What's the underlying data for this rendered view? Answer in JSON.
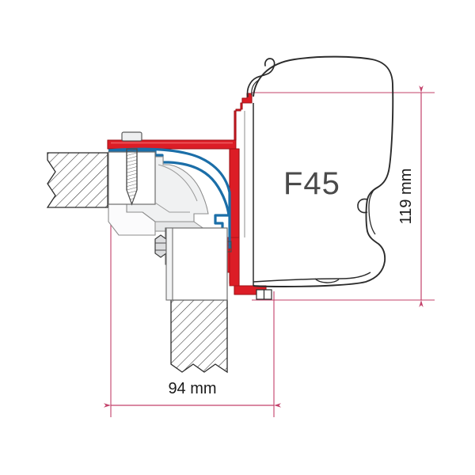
{
  "drawing": {
    "title": "Fiamma F45 Awning Roof Adapter Cross-Section",
    "background_color": "#ffffff",
    "product_label": "F45",
    "product_label_color": "#4a4a4a"
  },
  "dimensions": {
    "width": {
      "value": "94 mm",
      "orientation": "horizontal",
      "position": "bottom",
      "color": "#c3416a"
    },
    "height": {
      "value": "119 mm",
      "orientation": "vertical",
      "position": "right",
      "color": "#c3416a"
    }
  },
  "colors": {
    "adapter_red": "#dc1d26",
    "adapter_red_dark": "#b5151c",
    "bracket_blue": "#1b6ea8",
    "dimension_line": "#c3416a",
    "outline_dark": "#2b2b2b",
    "outline_gray": "#6e6e6e",
    "hatch_line": "#333333",
    "metal_fill": "#f0f1f2",
    "background": "#ffffff"
  },
  "components": [
    {
      "name": "roof-panel-section",
      "type": "hatched-section",
      "label": "Roof panel (sectioned)"
    },
    {
      "name": "wall-panel-section",
      "type": "hatched-section",
      "label": "Wall panel (sectioned)"
    },
    {
      "name": "adapter-profile",
      "type": "red-profile",
      "label": "Fiamma adapter bracket"
    },
    {
      "name": "mounting-bracket",
      "type": "blue-outline",
      "label": "Mounting bracket"
    },
    {
      "name": "self-tapping-screw",
      "type": "fastener",
      "label": "Self-tapping screw"
    },
    {
      "name": "hex-bolt-assembly",
      "type": "fastener",
      "label": "Hex bolt with nut and washer"
    },
    {
      "name": "awning-body",
      "type": "outline",
      "label": "F45 awning case"
    },
    {
      "name": "awning-hook",
      "type": "outline",
      "label": "Awning hook"
    }
  ]
}
